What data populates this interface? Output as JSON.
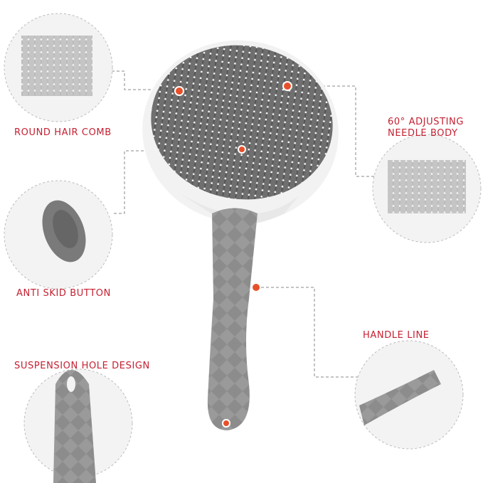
{
  "labels": {
    "round_hair_comb": "ROUND HAIR COMB",
    "adjusting_line1": "60° ADJUSTING",
    "adjusting_line2": "NEEDLE BODY",
    "anti_skid": "ANTI SKID BUTTON",
    "handle_line": "HANDLE LINE",
    "suspension_hole": "SUSPENSION HOLE DESIGN"
  },
  "colors": {
    "label": "#c42030",
    "marker": "#e8502a",
    "handle": "#8a8a8a",
    "pad": "#7d7d7d"
  }
}
